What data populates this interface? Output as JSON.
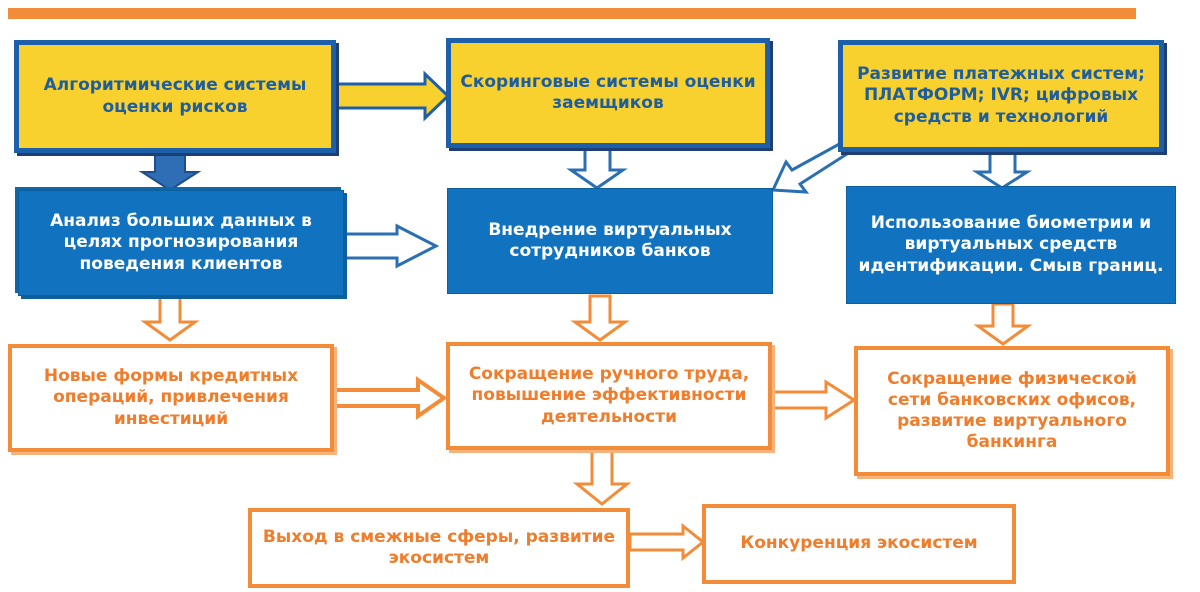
{
  "colors": {
    "accent_orange": "#f28c38",
    "yellow_fill": "#f9d12e",
    "blue_border": "#1d5fa9",
    "blue_fill": "#1173bf",
    "orange_text": "#ef7d2b"
  },
  "row1": {
    "algorithmic": "Алгоритмические системы оценки рисков",
    "scoring": "Скоринговые системы оценки заемщиков",
    "payments": "Развитие платежных систем; ПЛАТФОРМ; IVR; цифровых средств и технологий"
  },
  "row2": {
    "bigdata": "Анализ больших данных в целях прогнозирования поведения клиентов",
    "virtual_staff": "Внедрение виртуальных сотрудников банков",
    "biometrics": "Использование биометрии и виртуальных средств идентификации. Смыв границ."
  },
  "row3": {
    "credit_forms": "Новые формы кредитных операций, привлечения инвестиций",
    "manual_labor": "Сокращение ручного труда, повышение эффективности деятельности",
    "offices": "Сокращение физической сети банковских офисов, развитие виртуального банкинга"
  },
  "row4": {
    "adjacent": "Выход в смежные сферы, развитие экосистем",
    "competition": "Конкуренция экосистем"
  }
}
